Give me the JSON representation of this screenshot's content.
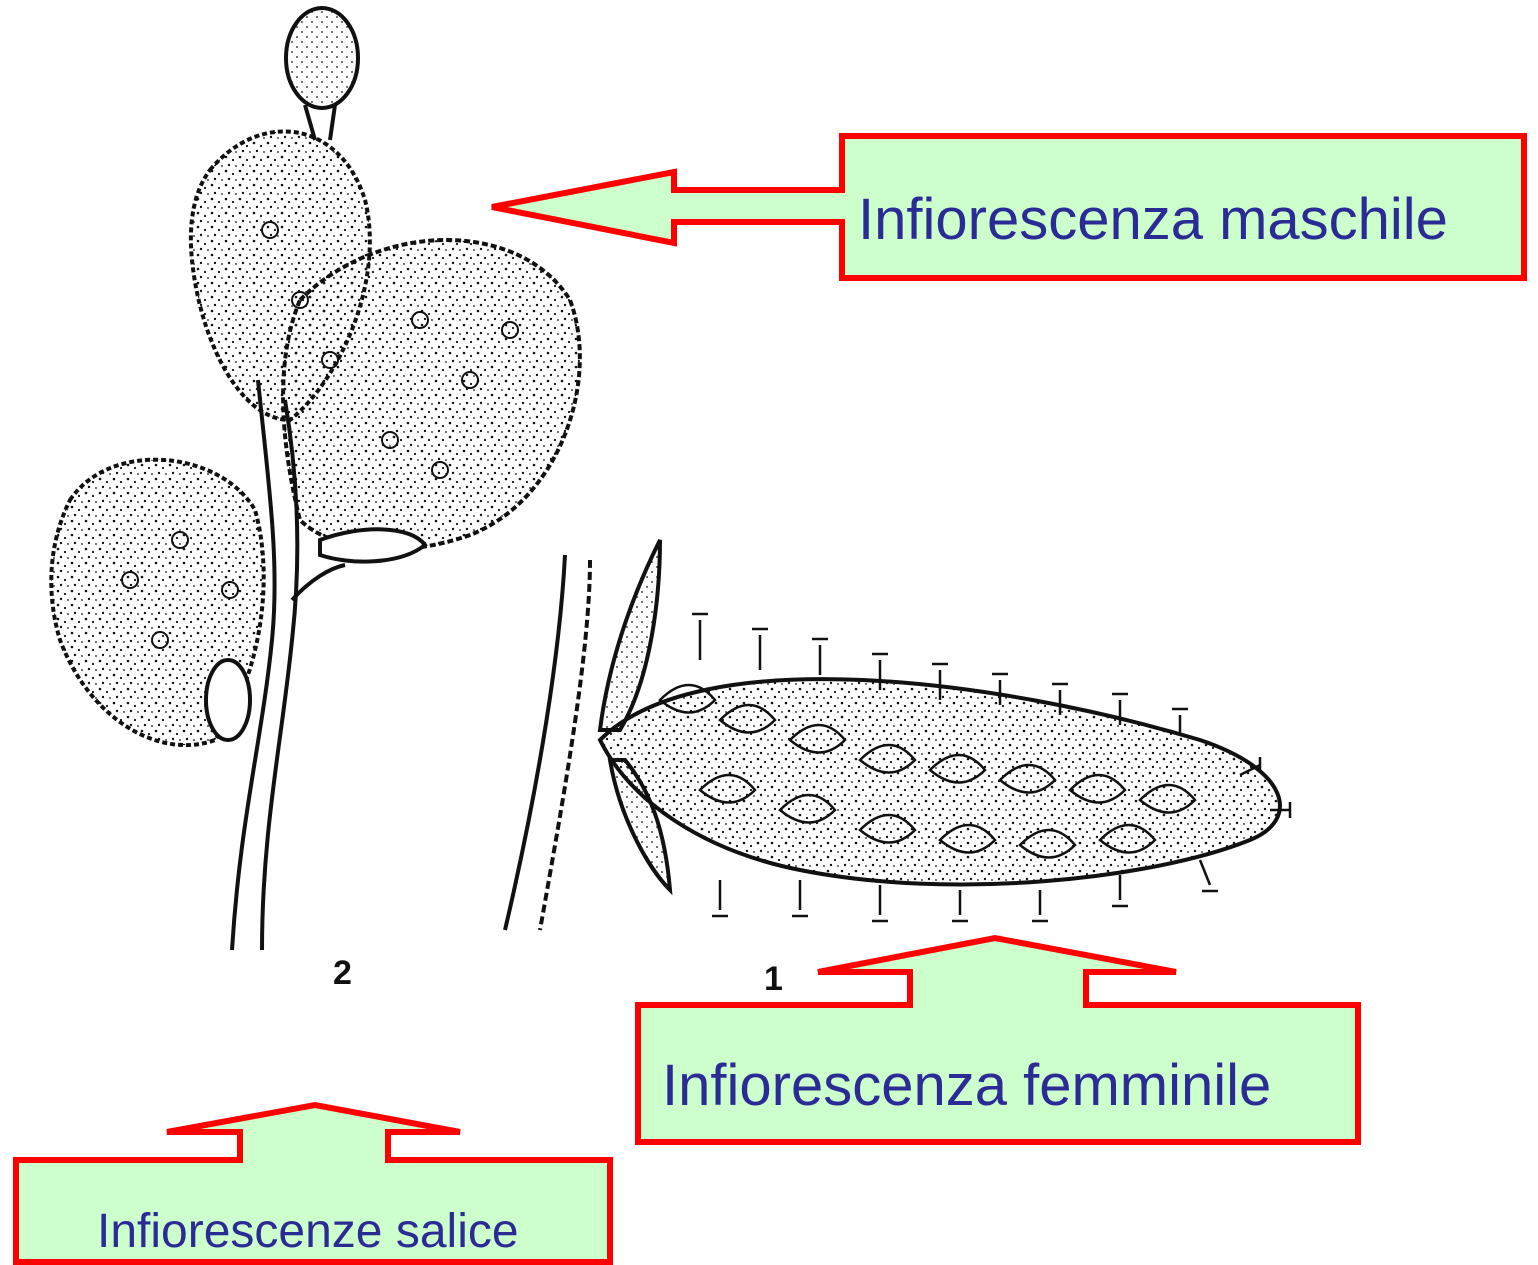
{
  "labels": {
    "male": "Infiorescenza maschile",
    "female": "Infiorescenza femminile",
    "caption": "Infiorescenze salice"
  },
  "figure_numbers": {
    "left": "2",
    "right": "1"
  },
  "colors": {
    "callout_fill": "#ccffcc",
    "callout_stroke": "#ff0000",
    "label_text": "#2b2b96",
    "ink": "#111111"
  }
}
